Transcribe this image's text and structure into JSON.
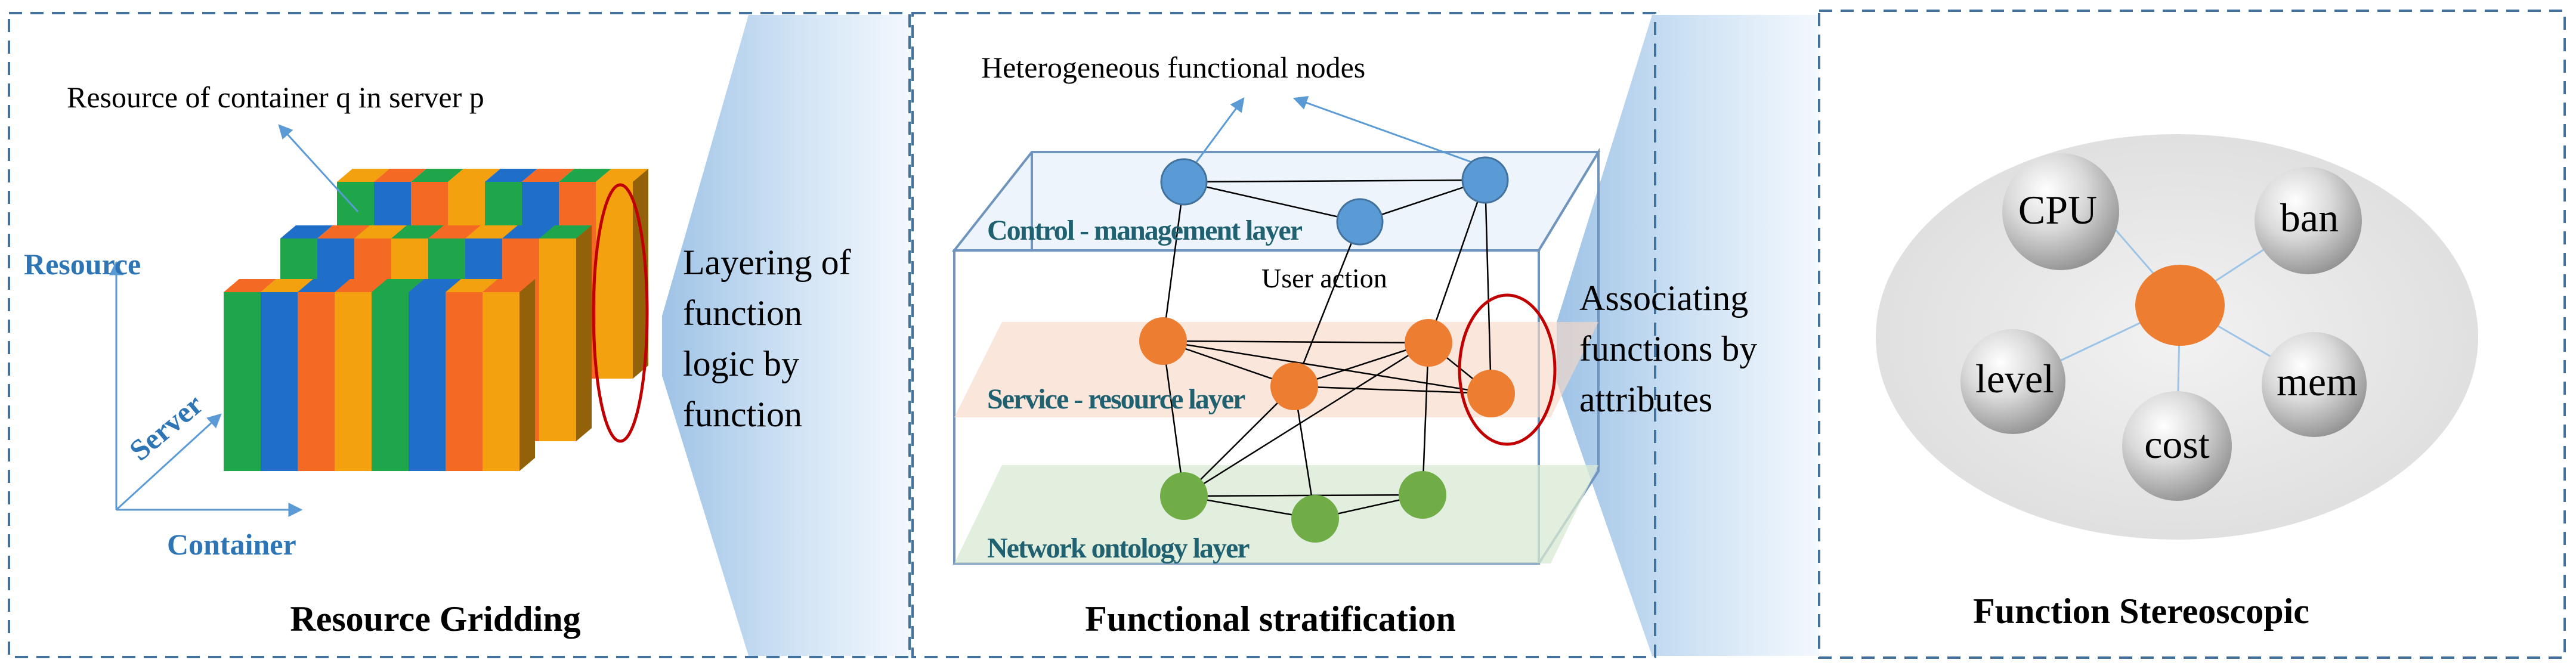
{
  "panel1": {
    "annotation": "Resource  of  container  q in  server  p",
    "axis_resource": "Resource",
    "axis_server": "Server",
    "axis_container": "Container",
    "caption": "Resource Gridding"
  },
  "funnel1": {
    "lines": [
      "Layering of",
      "function",
      "logic by",
      "function"
    ]
  },
  "panel2": {
    "annotation": "Heterogeneous  functional nodes",
    "layer_control": "Control - management layer",
    "layer_service": "Service - resource  layer",
    "layer_network": "Network  ontology  layer",
    "user_action": "User action",
    "caption": "Functional stratification"
  },
  "funnel2": {
    "lines": [
      "Associating",
      "functions by",
      "attributes"
    ]
  },
  "panel3": {
    "spheres": [
      "CPU",
      "ban",
      "level",
      "mem",
      "cost"
    ],
    "caption": "Function Stereoscopic"
  },
  "colors": {
    "dash_border": "#41719c",
    "funnel_blue": "#bdd7ee",
    "axis_label": "#2e75b6",
    "blue_node": "#5b9bd5",
    "orange_node": "#ed7d31",
    "green_node": "#70ad47",
    "red_ellipse": "#c00000",
    "layer_text": "#1f6170",
    "bar_colors": [
      "#1fa64a",
      "#1f6fc8",
      "#f46a24",
      "#f4a10f"
    ]
  }
}
